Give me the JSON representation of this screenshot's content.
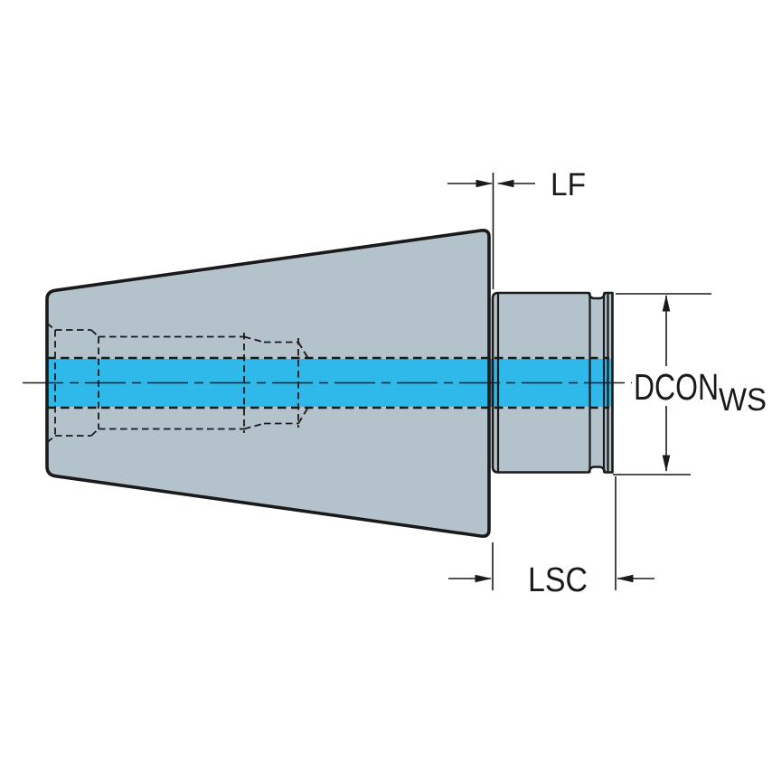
{
  "drawing": {
    "dimensions": {
      "flange_length": {
        "label": "LF"
      },
      "shank_contact_length": {
        "label": "LSC"
      },
      "connection_diameter": {
        "label": "DCON",
        "subscript": "WS"
      }
    }
  },
  "colors": {
    "body": "#b4c2cc",
    "highlight": "#2fb8ea",
    "line": "#1a1a1a",
    "background": "#ffffff"
  }
}
